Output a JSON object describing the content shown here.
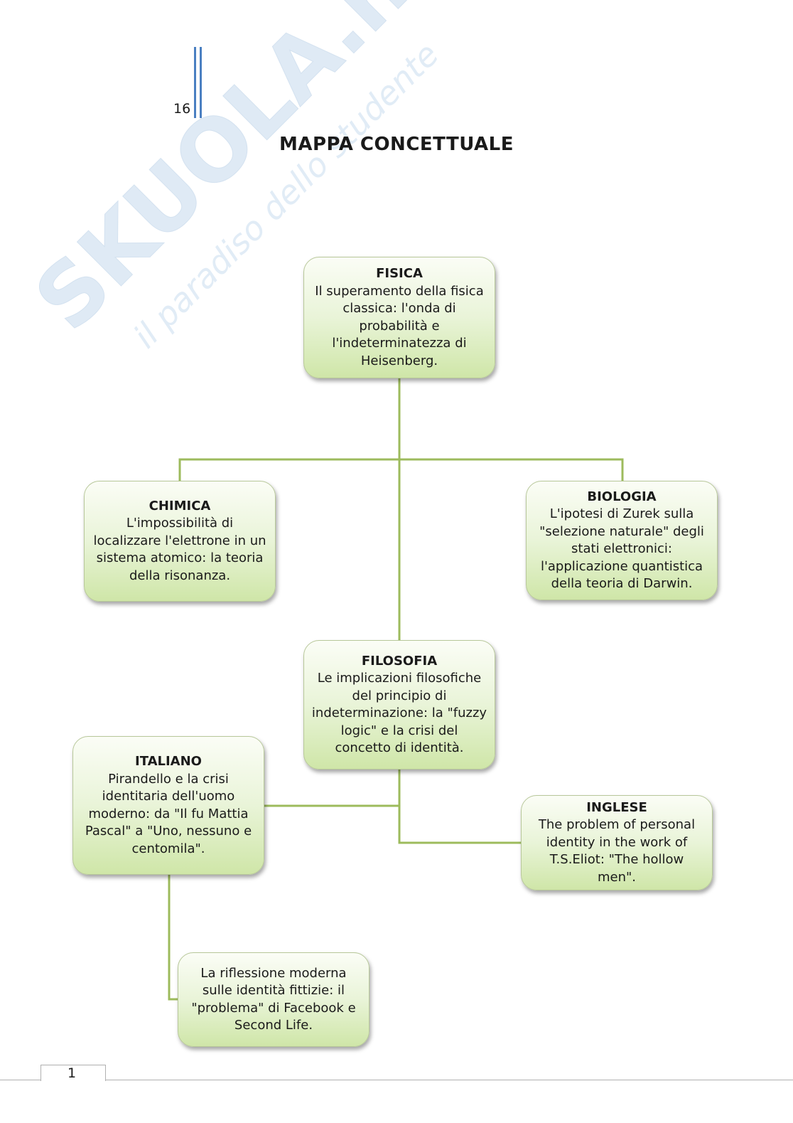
{
  "watermark": {
    "brand": "SKUOLA.net",
    "tagline": "il paradiso dello studente"
  },
  "header": {
    "page_number": "16"
  },
  "title": "MAPPA CONCETTUALE",
  "nodes": {
    "fisica": {
      "title": "FISICA",
      "text": "Il superamento della fisica classica: l'onda di probabilità e l'indeterminatezza di Heisenberg."
    },
    "chimica": {
      "title": "CHIMICA",
      "text": "L'impossibilità di localizzare l'elettrone in un sistema atomico: la teoria della risonanza."
    },
    "biologia": {
      "title": "BIOLOGIA",
      "text": "L'ipotesi di Zurek sulla \"selezione naturale\" degli stati elettronici: l'applicazione quantistica della teoria di Darwin."
    },
    "filosofia": {
      "title": "FILOSOFIA",
      "text": "Le implicazioni filosofiche del principio di indeterminazione: la \"fuzzy logic\" e la crisi del concetto di identità."
    },
    "italiano": {
      "title": "ITALIANO",
      "text": "Pirandello e la crisi identitaria dell'uomo moderno: da \"Il fu Mattia Pascal\" a \"Uno, nessuno e centomila\"."
    },
    "inglese": {
      "title": "INGLESE",
      "text": "The problem of personal identity in the work of T.S.Eliot: \"The hollow men\"."
    },
    "riflessione": {
      "text": "La riflessione moderna sulle identità fittizie: il \"problema\" di Facebook e Second Life."
    }
  },
  "footer": {
    "page_number": "1"
  },
  "colors": {
    "connector": "#9dbb5c",
    "accent_bar": "#4a7fc1",
    "watermark": "#dde9f4"
  }
}
